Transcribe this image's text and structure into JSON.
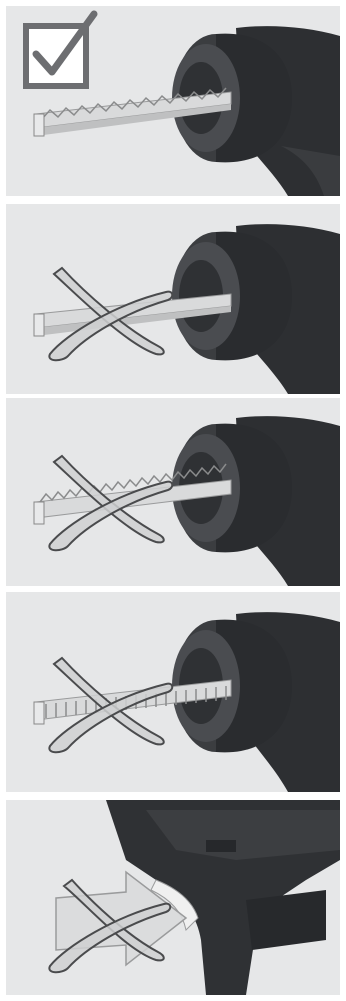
{
  "figure": {
    "panels": [
      {
        "id": "p1",
        "status": "correct",
        "icon": "checkmark-box-icon",
        "subject": "toothed-rack-inserted-teeth-down"
      },
      {
        "id": "p2",
        "status": "incorrect",
        "icon": "cross-icon",
        "subject": "plain-bar-inserted"
      },
      {
        "id": "p3",
        "status": "incorrect",
        "icon": "cross-icon",
        "subject": "toothed-rack-inserted-teeth-up"
      },
      {
        "id": "p4",
        "status": "incorrect",
        "icon": "cross-icon",
        "subject": "toothed-rack-inserted-teeth-sideways"
      },
      {
        "id": "p5",
        "status": "incorrect",
        "icon": "cross-icon",
        "subject": "arrow-into-tool-handle"
      }
    ],
    "colors": {
      "panel_bg": "#e6e7e8",
      "tool_body": "#333538",
      "tool_ring": "#26282b",
      "bar": "#d9dadb",
      "check_frame": "#6d6e71"
    }
  }
}
